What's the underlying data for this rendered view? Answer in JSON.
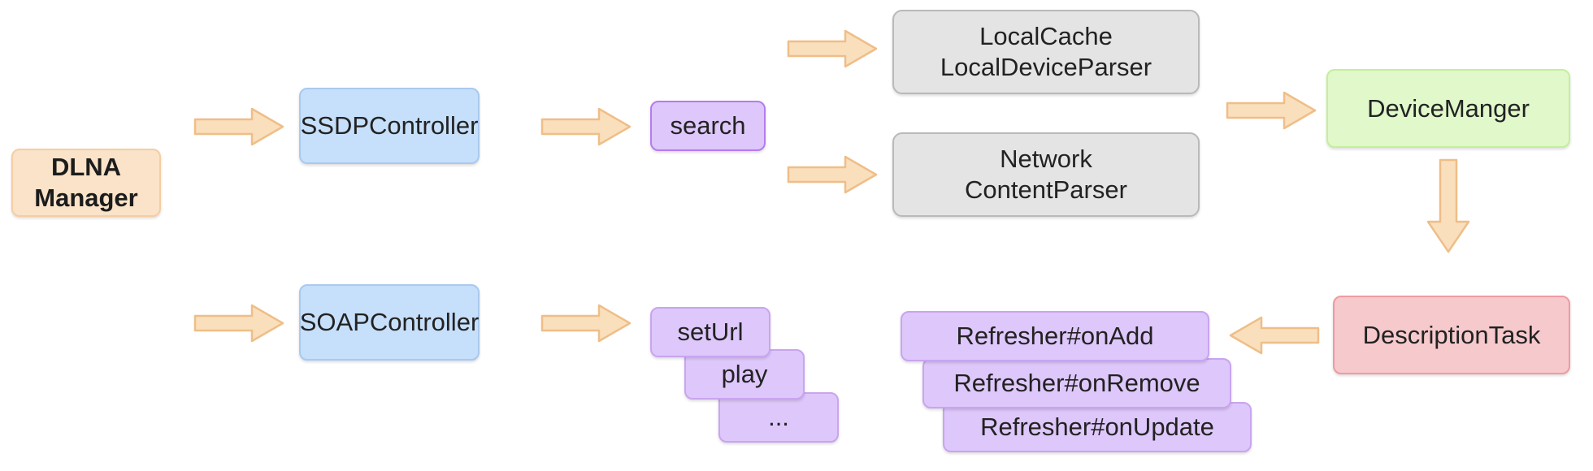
{
  "diagram": {
    "title": "DLNA architecture flow diagram",
    "background": "#ffffff",
    "colors": {
      "orange_fill": "#fae3c8",
      "orange_border": "#f6cda2",
      "blue_fill": "#c6dffa",
      "blue_border": "#a9c9ef",
      "purple_fill": "#dec7fa",
      "purple_border": "#b57bf0",
      "gray_fill": "#e4e4e4",
      "gray_border": "#b9b9b9",
      "green_fill": "#e0f8ca",
      "green_border": "#c4ef9d",
      "red_fill": "#f6c9cc",
      "red_border": "#ef9aa2",
      "arrow_fill": "#fadfbd",
      "arrow_border": "#efbe87",
      "text": "#222222"
    },
    "nodes": {
      "dlna_manager": "DLNA\nManager",
      "ssdp_controller": "SSDPController",
      "soap_controller": "SOAPController",
      "search": "search",
      "local_cache_parser": "LocalCache\nLocalDeviceParser",
      "network_content_parser": "Network\nContentParser",
      "device_manger": "DeviceManger",
      "description_task": "DescriptionTask",
      "set_url": "setUrl",
      "play": "play",
      "ellipsis": "...",
      "refresher_on_add": "Refresher#onAdd",
      "refresher_on_remove": "Refresher#onRemove",
      "refresher_on_update": "Refresher#onUpdate"
    },
    "arrows": [
      {
        "name": "arrow-dlna-to-ssdp",
        "direction": "right"
      },
      {
        "name": "arrow-ssdp-to-search",
        "direction": "right"
      },
      {
        "name": "arrow-search-to-local-cache",
        "direction": "right"
      },
      {
        "name": "arrow-search-to-network-parser",
        "direction": "right"
      },
      {
        "name": "arrow-parsers-to-device-manger",
        "direction": "right"
      },
      {
        "name": "arrow-device-manger-to-description-task",
        "direction": "down"
      },
      {
        "name": "arrow-description-task-to-refresher",
        "direction": "left"
      },
      {
        "name": "arrow-dlna-to-soap",
        "direction": "right"
      },
      {
        "name": "arrow-soap-to-seturl",
        "direction": "right"
      }
    ]
  }
}
